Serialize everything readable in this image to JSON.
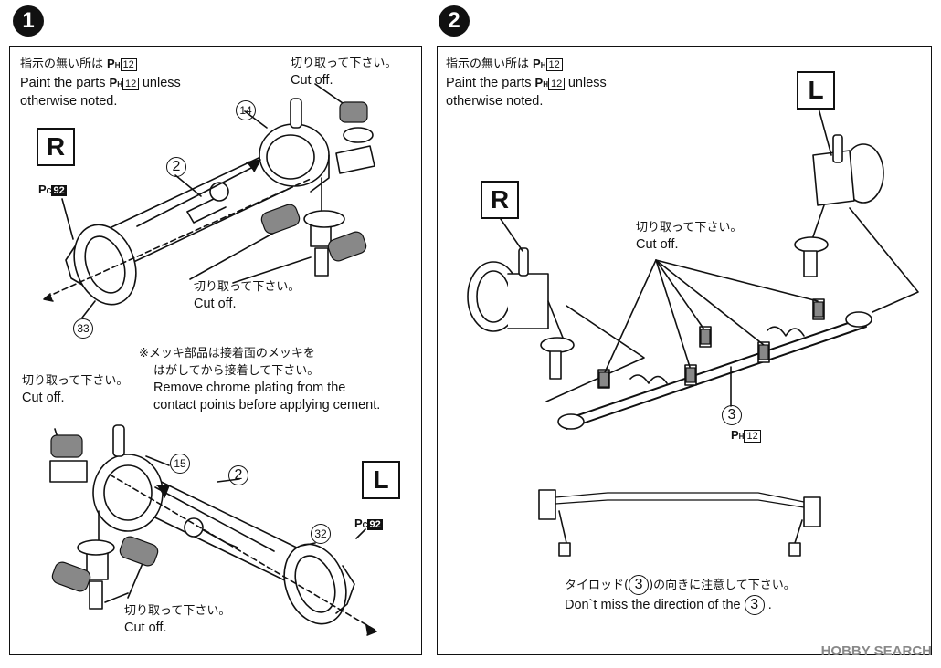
{
  "steps": [
    "1",
    "2"
  ],
  "panel1": {
    "note_ja": "指示の無い所は",
    "note_en_1": "Paint the parts",
    "note_en_1b": "unless",
    "note_en_2": "otherwise noted.",
    "paint_code": {
      "prefix": "P",
      "sub": "H",
      "num": "12"
    },
    "cutoff_ja": "切り取って下さい。",
    "cutoff_en": "Cut off.",
    "label_R": "R",
    "label_L": "L",
    "pc_code": {
      "prefix": "P",
      "sub": "C",
      "num": "92"
    },
    "parts": {
      "p14": "14",
      "p2": "2",
      "p33": "33",
      "p15": "15",
      "p32": "32"
    },
    "chrome_ja_1": "※メッキ部品は接着面のメッキを",
    "chrome_ja_2": "はがしてから接着して下さい。",
    "chrome_en_1": "Remove chrome plating from the",
    "chrome_en_2": "contact points before applying cement."
  },
  "panel2": {
    "note_ja": "指示の無い所は",
    "note_en_1": "Paint the parts",
    "note_en_1b": "unless",
    "note_en_2": "otherwise noted.",
    "paint_code": {
      "prefix": "P",
      "sub": "H",
      "num": "12"
    },
    "label_R": "R",
    "label_L": "L",
    "cutoff_ja": "切り取って下さい。",
    "cutoff_en": "Cut off.",
    "part3": "3",
    "direction_ja_1": "タイロッド(",
    "direction_ja_2": ")の向きに注意して下さい。",
    "direction_en_1": "Don`t miss the direction of the",
    "direction_en_2": "."
  },
  "watermark": "HOBBY SEARCH"
}
